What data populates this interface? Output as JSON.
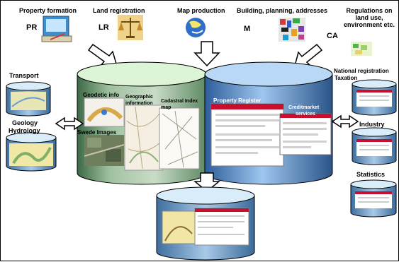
{
  "top_labels": {
    "property_formation": "Property formation",
    "land_registration": "Land registration",
    "map_production": "Map production",
    "building_planning_addresses": "Building, planning, addresses",
    "regulations": "Regulations on land use, environment etc."
  },
  "abbreviations": {
    "pr": "PR",
    "lr": "LR",
    "m": "M",
    "ca": "CA"
  },
  "side_labels": {
    "transport": "Transport",
    "geology": "Geology",
    "hydrology": "Hydrology",
    "national_registration": "National registration",
    "taxation": "Taxation",
    "industry": "Industry",
    "statistics": "Statistics"
  },
  "database_labels": {
    "geodetic_info": "Geodetic info",
    "swede_images": "Swede Images",
    "geographic": "Geographic",
    "information": "information",
    "cadastral_index": "Cadastral Index",
    "map": "map",
    "property_register": "Property Register",
    "creditmarket": "Creditmarket",
    "services": "services"
  },
  "colors": {
    "green_cylinder": "#c9dcc7",
    "blue_cylinder": "#9ec6ef",
    "arrow_fill": "#ffffff",
    "screen_header": "#c8102e"
  },
  "icons": [
    "property-formation-icon",
    "land-registration-scales-icon",
    "map-production-globe-icon",
    "building-planning-mosaic-icon",
    "regulations-land-use-map-icon"
  ]
}
